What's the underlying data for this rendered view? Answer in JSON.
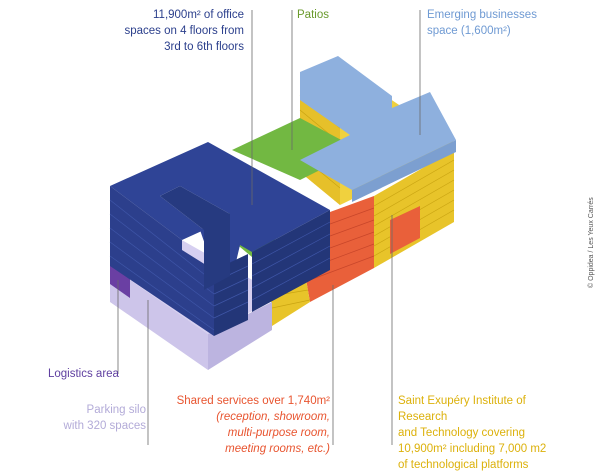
{
  "labels": {
    "office": [
      "11,900m² of office",
      "spaces on 4 floors from",
      "3rd to 6th floors"
    ],
    "patios": "Patios",
    "emerging": [
      "Emerging businesses",
      "space (1,600m²)"
    ],
    "logistics": "Logistics area",
    "parking": [
      "Parking silo",
      "with 320 spaces"
    ],
    "shared": {
      "title": "Shared services over 1,740m²",
      "details": [
        "(reception, showroom,",
        "multi-purpose room,",
        "meeting rooms, etc.)"
      ]
    },
    "institute": [
      "Saint Exupéry Institute of Research",
      "and Technology covering",
      "10,900m² including 7,000 m2",
      "of technological platforms"
    ]
  },
  "credit": "© Oppidea / Les Yeux Carrés",
  "colors": {
    "office": "#2f4496",
    "patios": "#6cb43f",
    "emerging": "#8eb0de",
    "logistics": "#6a3fa3",
    "parking": "#cdc5ea",
    "shared": "#e9603a",
    "institute": "#e9c52a"
  }
}
